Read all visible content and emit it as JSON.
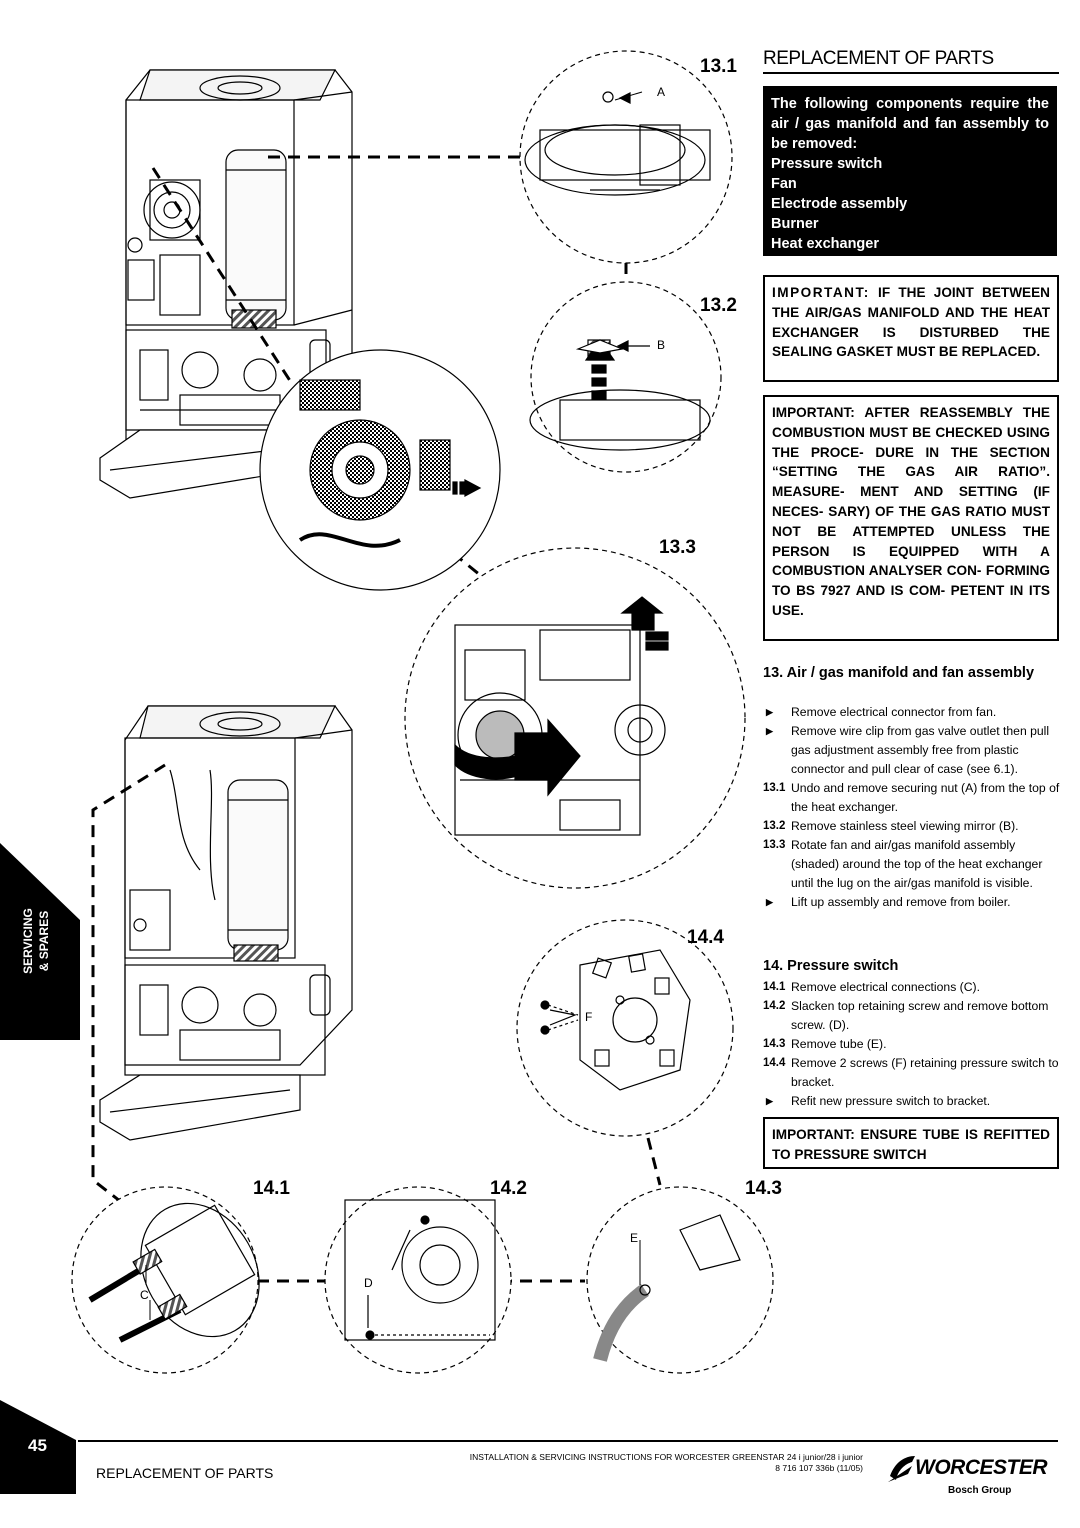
{
  "header": {
    "section_number": "13.1",
    "title": "REPLACEMENT OF PARTS"
  },
  "components_box": {
    "intro": "The following components require the air / gas manifold and fan assembly to be removed:",
    "items": [
      "Pressure switch",
      "Fan",
      "Electrode assembly",
      "Burner",
      "Heat exchanger"
    ]
  },
  "important_1": {
    "lead": "IMPORTANT:",
    "text": "IF THE JOINT BETWEEN THE AIR/GAS MANIFOLD AND THE HEAT EXCHANGER IS DISTURBED THE SEALING GASKET MUST BE REPLACED."
  },
  "important_2": {
    "lead": "IMPORTANT:",
    "text": "AFTER REASSEMBLY THE COMBUSTION MUST BE CHECKED USING THE PROCE- DURE IN THE SECTION “SETTING THE GAS AIR RATIO”. MEASURE- MENT AND SETTING (IF NECES- SARY) OF THE GAS RATIO MUST NOT BE ATTEMPTED UNLESS THE PERSON IS EQUIPPED WITH A COMBUSTION ANALYSER CON- FORMING TO BS 7927 AND IS COM- PETENT IN ITS USE."
  },
  "section_13": {
    "heading": "13. Air / gas manifold and fan assembly",
    "steps": [
      {
        "mark": "▶",
        "text": "Remove electrical connector from fan."
      },
      {
        "mark": "▶",
        "text": "Remove wire clip from gas valve outlet then pull gas adjustment assembly free from plastic connector and pull clear of case (see 6.1)."
      },
      {
        "mark": "13.1",
        "text": "Undo and remove securing nut (A) from the top of the heat exchanger."
      },
      {
        "mark": "13.2",
        "text": "Remove stainless steel viewing mirror (B)."
      },
      {
        "mark": "13.3",
        "text": "Rotate fan and air/gas manifold assembly (shaded) around the top of the heat exchanger until the lug on the air/gas manifold is visible."
      },
      {
        "mark": "▶",
        "text": "Lift up assembly and remove from boiler."
      }
    ]
  },
  "section_14": {
    "heading": "14. Pressure switch",
    "steps": [
      {
        "mark": "14.1",
        "text": "Remove electrical connections (C)."
      },
      {
        "mark": "14.2",
        "text": "Slacken top retaining screw and remove bottom screw. (D)."
      },
      {
        "mark": "14.3",
        "text": "Remove tube (E)."
      },
      {
        "mark": "14.4",
        "text": "Remove 2 screws (F) retaining pressure switch to bracket."
      },
      {
        "mark": "▶",
        "text": "Refit new pressure switch to bracket."
      }
    ]
  },
  "important_3": {
    "lead": "IMPORTANT:",
    "text": "ENSURE TUBE IS REFITTED TO PRESSURE SWITCH"
  },
  "figures": {
    "labels": [
      "13.1",
      "13.2",
      "13.3",
      "14.4",
      "14.1",
      "14.2",
      "14.3"
    ],
    "letters": {
      "a": "A",
      "b": "B",
      "c": "C",
      "d": "D",
      "e": "E",
      "f": "F"
    }
  },
  "side_tab": {
    "line1": "SERVICING",
    "line2": "& SPARES"
  },
  "footer": {
    "page_number": "45",
    "section": "REPLACEMENT OF PARTS",
    "doc_title": "INSTALLATION & SERVICING INSTRUCTIONS FOR WORCESTER GREENSTAR 24 i junior/28 i junior",
    "doc_code": "8 716 107 336b (11/05)",
    "brand": "WORCESTER",
    "brand_sub": "Bosch Group"
  }
}
